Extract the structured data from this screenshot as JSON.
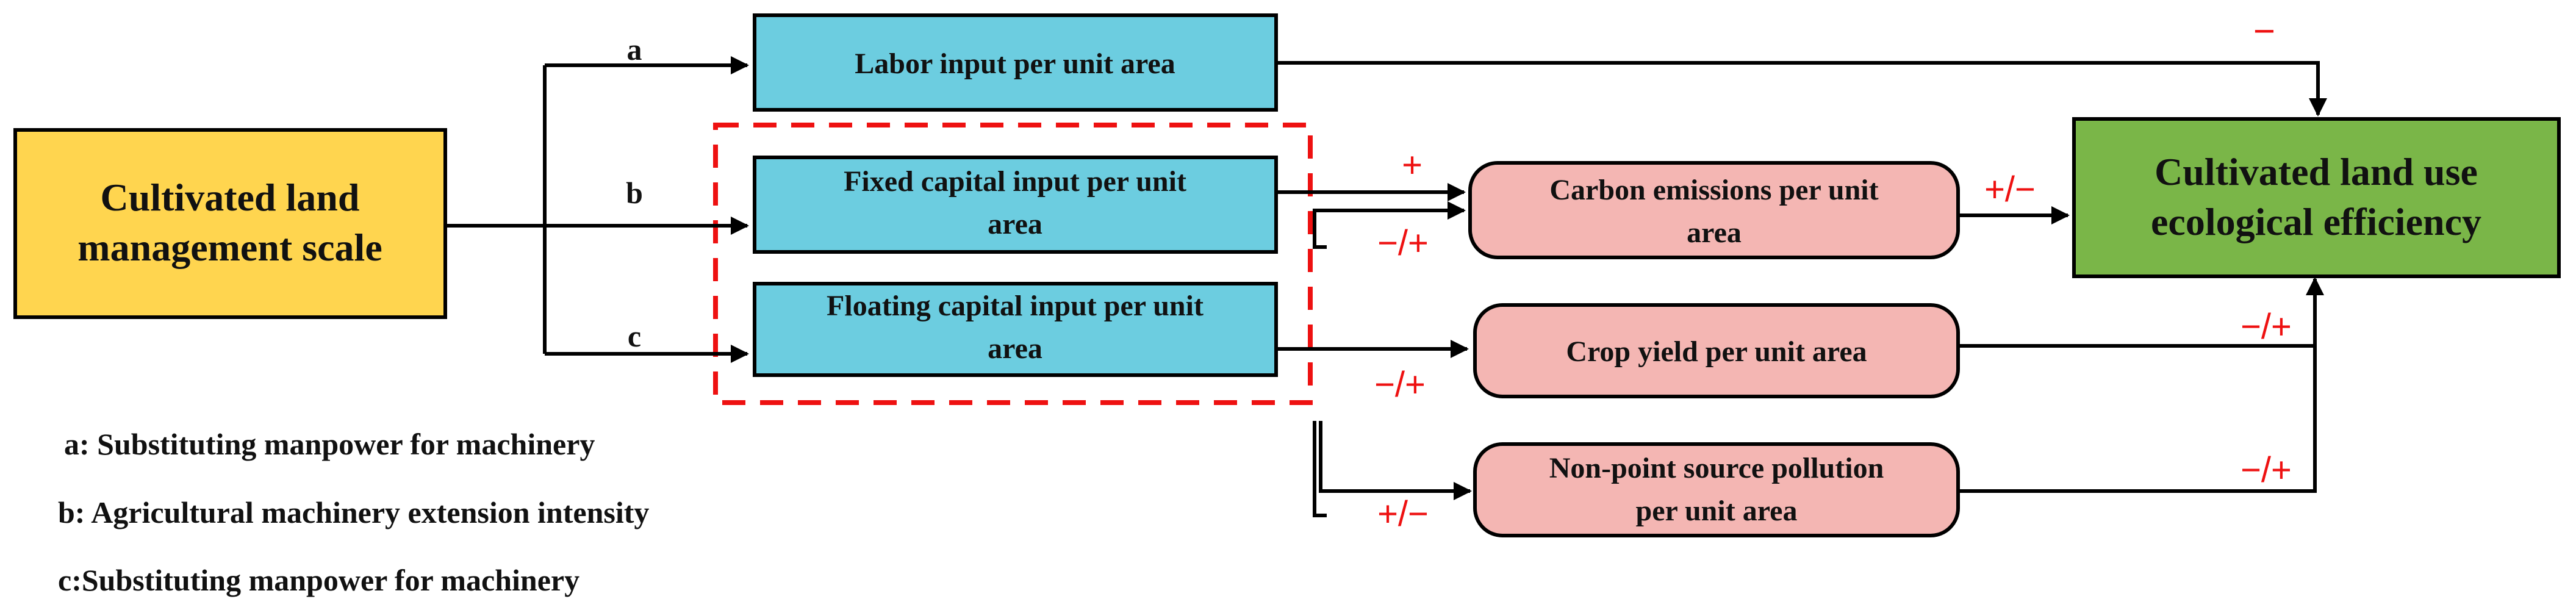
{
  "nodes": {
    "scale": {
      "lines": [
        "Cultivated land",
        "management scale"
      ],
      "color": "#FFD54F"
    },
    "labor": {
      "lines": [
        "Labor input per unit area"
      ],
      "color": "#6CCDE0"
    },
    "fixed": {
      "lines": [
        "Fixed capital input per unit",
        "area"
      ],
      "color": "#6CCDE0"
    },
    "floating": {
      "lines": [
        "Floating capital input per unit",
        "area"
      ],
      "color": "#6CCDE0"
    },
    "carbon": {
      "lines": [
        "Carbon emissions per unit",
        "area"
      ],
      "color": "#F4B6B3"
    },
    "crop": {
      "lines": [
        "Crop yield per unit area"
      ],
      "color": "#F4B6B3"
    },
    "nps": {
      "lines": [
        "Non-point source pollution",
        "per unit area"
      ],
      "color": "#F4B6B3"
    },
    "eff": {
      "lines": [
        "Cultivated land use",
        "ecological efficiency"
      ],
      "color": "#7AB648"
    }
  },
  "path_labels": {
    "a": "a",
    "b": "b",
    "c": "c"
  },
  "signs": {
    "labor_to_eff": "−",
    "fixed_to_carbon": "+",
    "capital_to_carbon": "−/+",
    "floating_to_crop": "−/+",
    "capital_to_nps": "+/−",
    "carbon_to_eff": "+/−",
    "crop_to_eff": "−/+",
    "nps_to_eff": "−/+"
  },
  "notes": [
    "a: Substituting manpower for machinery",
    "b: Agricultural machinery extension intensity",
    "c:Substituting manpower for machinery"
  ],
  "colors": {
    "edge": "#000000",
    "sign": "#EE1111",
    "group_border": "#EE1111"
  }
}
